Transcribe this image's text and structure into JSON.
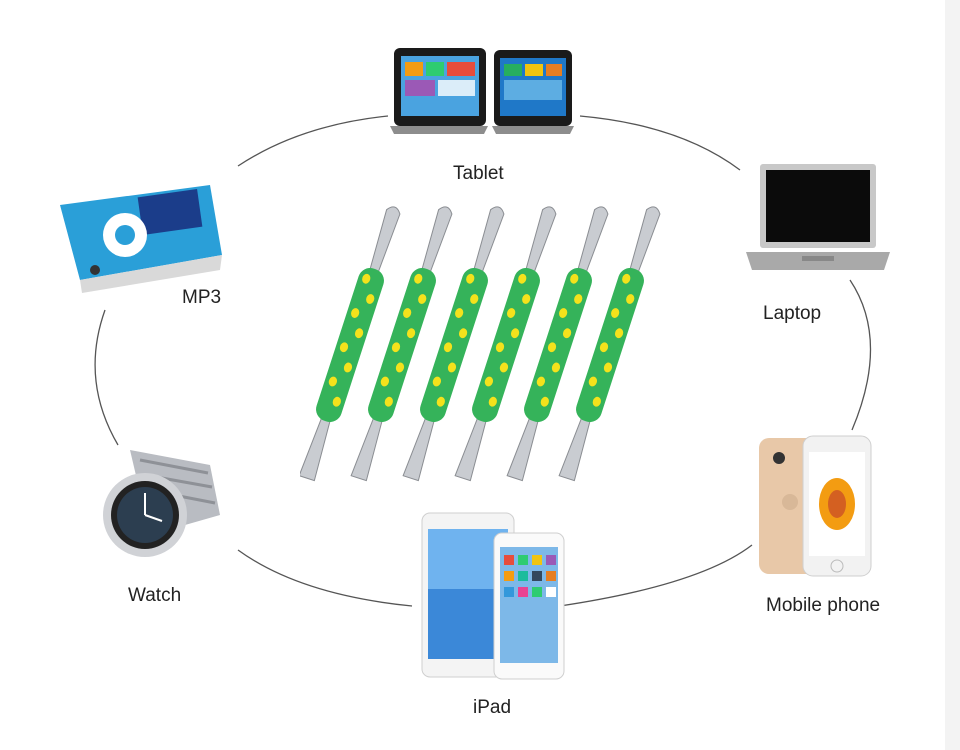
{
  "labels": {
    "tablet": "Tablet",
    "mp3": "MP3",
    "laptop": "Laptop",
    "watch": "Watch",
    "mobile_phone": "Mobile phone",
    "ipad": "iPad"
  },
  "tool_count": 6,
  "colors": {
    "handle": "#35b35a",
    "grip": "#f4e21c",
    "metal": "#c9ccd1",
    "ring": "#555555"
  }
}
